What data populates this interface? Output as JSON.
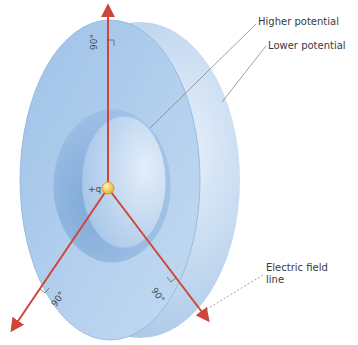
{
  "diagram": {
    "labels": [
      "Higher potential",
      "Lower potential",
      "Electric field line",
      "90°",
      "+q",
      "90°",
      "90°"
    ]
  }
}
